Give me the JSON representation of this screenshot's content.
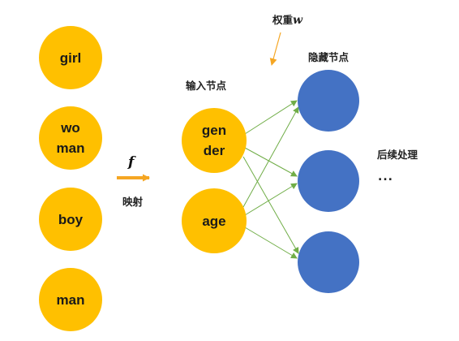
{
  "word_nodes": [
    "girl",
    "wo\nman",
    "boy",
    "man"
  ],
  "input_nodes": [
    "gen\nder",
    "age"
  ],
  "labels": {
    "mapping_symbol": "f",
    "mapping": "映射",
    "input_nodes": "输入节点",
    "weight_prefix": "权重",
    "weight_symbol": "w",
    "hidden_nodes": "隐藏节点",
    "post_processing": "后续处理",
    "ellipsis": "..."
  },
  "colors": {
    "node_fill": "#FFC000",
    "hidden_fill": "#4472C4",
    "arrow": "#F5A623",
    "link": "#70AD47"
  }
}
